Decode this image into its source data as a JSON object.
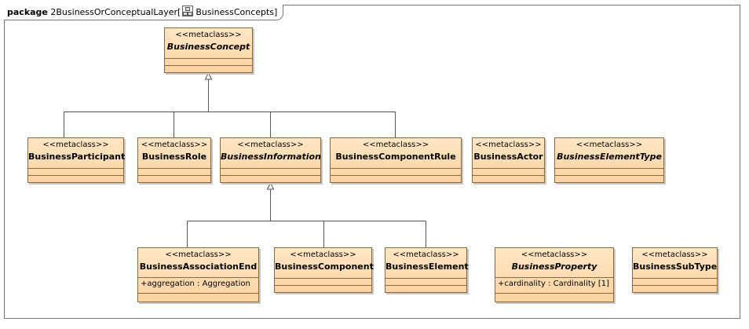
{
  "package": {
    "keyword": "package",
    "name": "2BusinessOrConceptualLayer",
    "diagram_name": "BusinessConcepts"
  },
  "classes": [
    {
      "id": "BusinessConcept",
      "stereotype": "<<metaclass>>",
      "name": "BusinessConcept",
      "abstract": true,
      "attributes": []
    },
    {
      "id": "BusinessParticipant",
      "stereotype": "<<metaclass>>",
      "name": "BusinessParticipant",
      "abstract": false,
      "attributes": []
    },
    {
      "id": "BusinessRole",
      "stereotype": "<<metaclass>>",
      "name": "BusinessRole",
      "abstract": false,
      "attributes": []
    },
    {
      "id": "BusinessInformation",
      "stereotype": "<<metaclass>>",
      "name": "BusinessInformation",
      "abstract": true,
      "attributes": []
    },
    {
      "id": "BusinessComponentRule",
      "stereotype": "<<metaclass>>",
      "name": "BusinessComponentRule",
      "abstract": false,
      "attributes": []
    },
    {
      "id": "BusinessActor",
      "stereotype": "<<metaclass>>",
      "name": "BusinessActor",
      "abstract": false,
      "attributes": []
    },
    {
      "id": "BusinessElementType",
      "stereotype": "<<metaclass>>",
      "name": "BusinessElementType",
      "abstract": true,
      "attributes": []
    },
    {
      "id": "BusinessAssociationEnd",
      "stereotype": "<<metaclass>>",
      "name": "BusinessAssociationEnd",
      "abstract": false,
      "attributes": [
        "+aggregation : Aggregation"
      ]
    },
    {
      "id": "BusinessComponent",
      "stereotype": "<<metaclass>>",
      "name": "BusinessComponent",
      "abstract": false,
      "attributes": []
    },
    {
      "id": "BusinessElement",
      "stereotype": "<<metaclass>>",
      "name": "BusinessElement",
      "abstract": false,
      "attributes": []
    },
    {
      "id": "BusinessProperty",
      "stereotype": "<<metaclass>>",
      "name": "BusinessProperty",
      "abstract": true,
      "attributes": [
        "+cardinality : Cardinality [1]"
      ]
    },
    {
      "id": "BusinessSubType",
      "stereotype": "<<metaclass>>",
      "name": "BusinessSubType",
      "abstract": false,
      "attributes": []
    }
  ],
  "generalizations": [
    {
      "parent": "BusinessConcept",
      "children": [
        "BusinessParticipant",
        "BusinessRole",
        "BusinessInformation",
        "BusinessComponentRule"
      ]
    },
    {
      "parent": "BusinessInformation",
      "children": [
        "BusinessAssociationEnd",
        "BusinessComponent",
        "BusinessElement"
      ]
    }
  ]
}
